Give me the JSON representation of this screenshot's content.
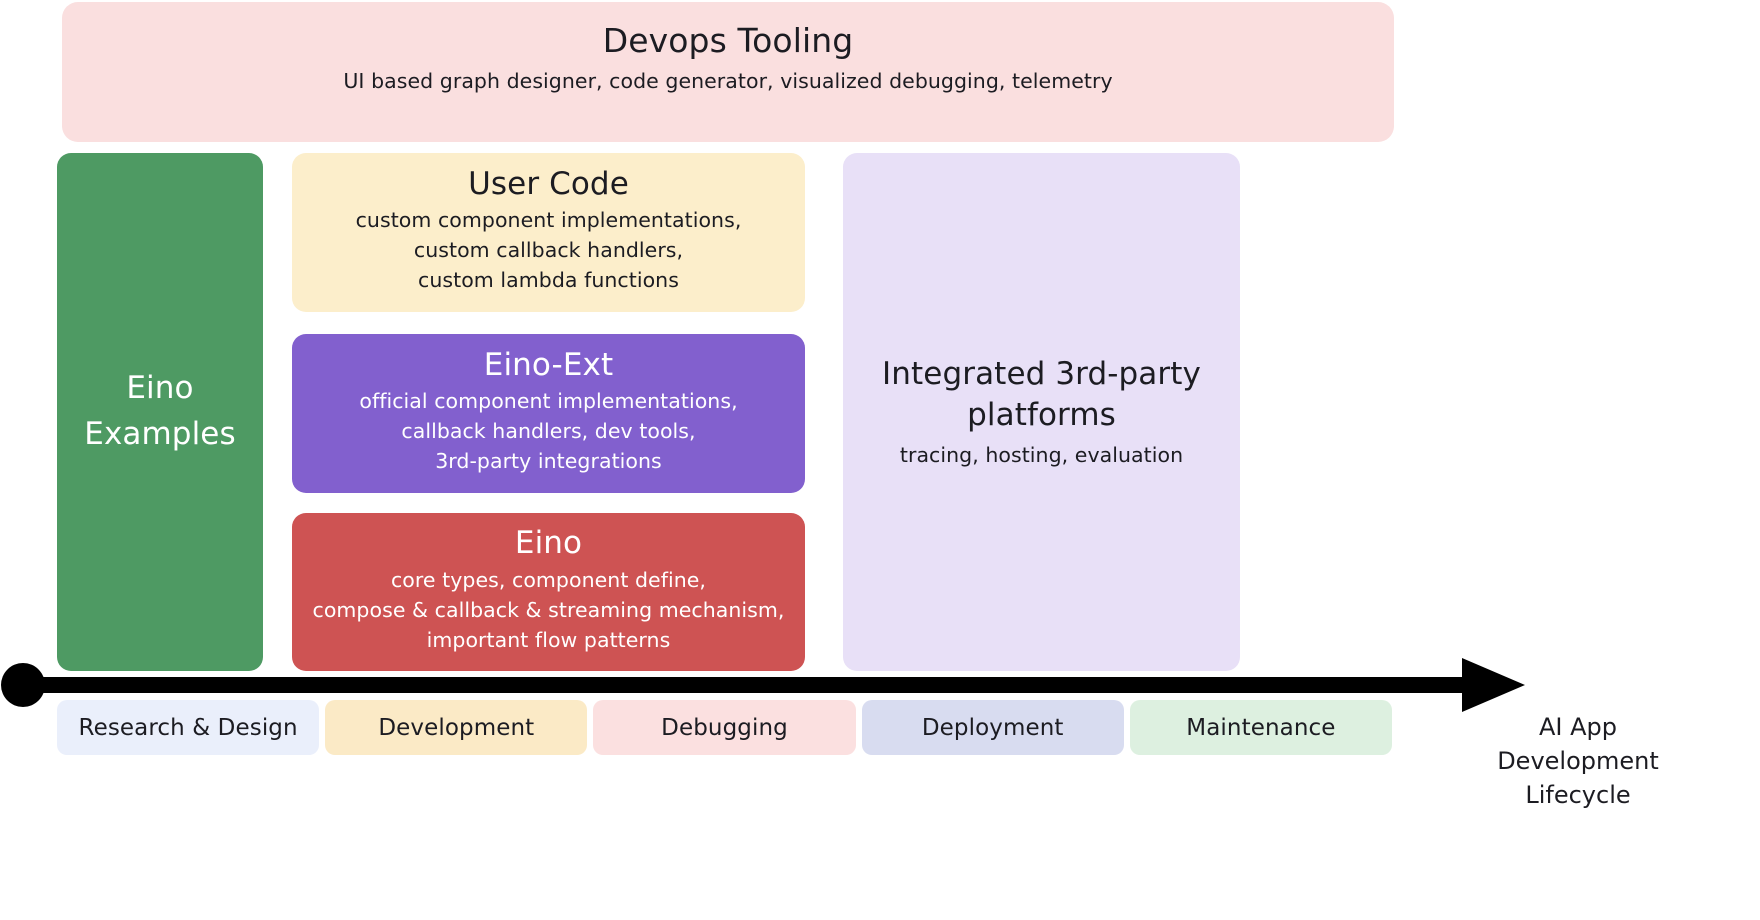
{
  "diagram": {
    "banner": {
      "title": "Devops Tooling",
      "desc": "UI based graph designer, code generator, visualized debugging, telemetry",
      "color": "#fadfdf"
    },
    "examples": {
      "line1": "Eino",
      "line2": "Examples",
      "color": "#4e9a63"
    },
    "layers": [
      {
        "name": "user-code",
        "title": "User Code",
        "desc_lines": [
          "custom component implementations,",
          "custom callback handlers,",
          "custom lambda functions"
        ],
        "color": "#fceecb"
      },
      {
        "name": "eino-ext",
        "title": "Eino-Ext",
        "desc_lines": [
          "official component implementations,",
          "callback handlers, dev tools,",
          "3rd-party integrations"
        ],
        "color": "#8260ce"
      },
      {
        "name": "eino",
        "title": "Eino",
        "desc_lines": [
          "core types, component define,",
          "compose & callback & streaming mechanism,",
          "important flow patterns"
        ],
        "color": "#ce5353"
      }
    ],
    "third_party": {
      "title_line1": "Integrated 3rd-party",
      "title_line2": "platforms",
      "desc": "tracing, hosting, evaluation",
      "color": "#e8e0f7"
    },
    "lifecycle": {
      "stages": [
        {
          "label": "Research & Design",
          "color": "#eaeffb"
        },
        {
          "label": "Development",
          "color": "#fbeac6"
        },
        {
          "label": "Debugging",
          "color": "#fbe0e0"
        },
        {
          "label": "Deployment",
          "color": "#d8dcf0"
        },
        {
          "label": "Maintenance",
          "color": "#ddf0e0"
        }
      ],
      "axis_caption_lines": [
        "AI App",
        "Development",
        "Lifecycle"
      ],
      "axis_color": "#000000"
    }
  }
}
